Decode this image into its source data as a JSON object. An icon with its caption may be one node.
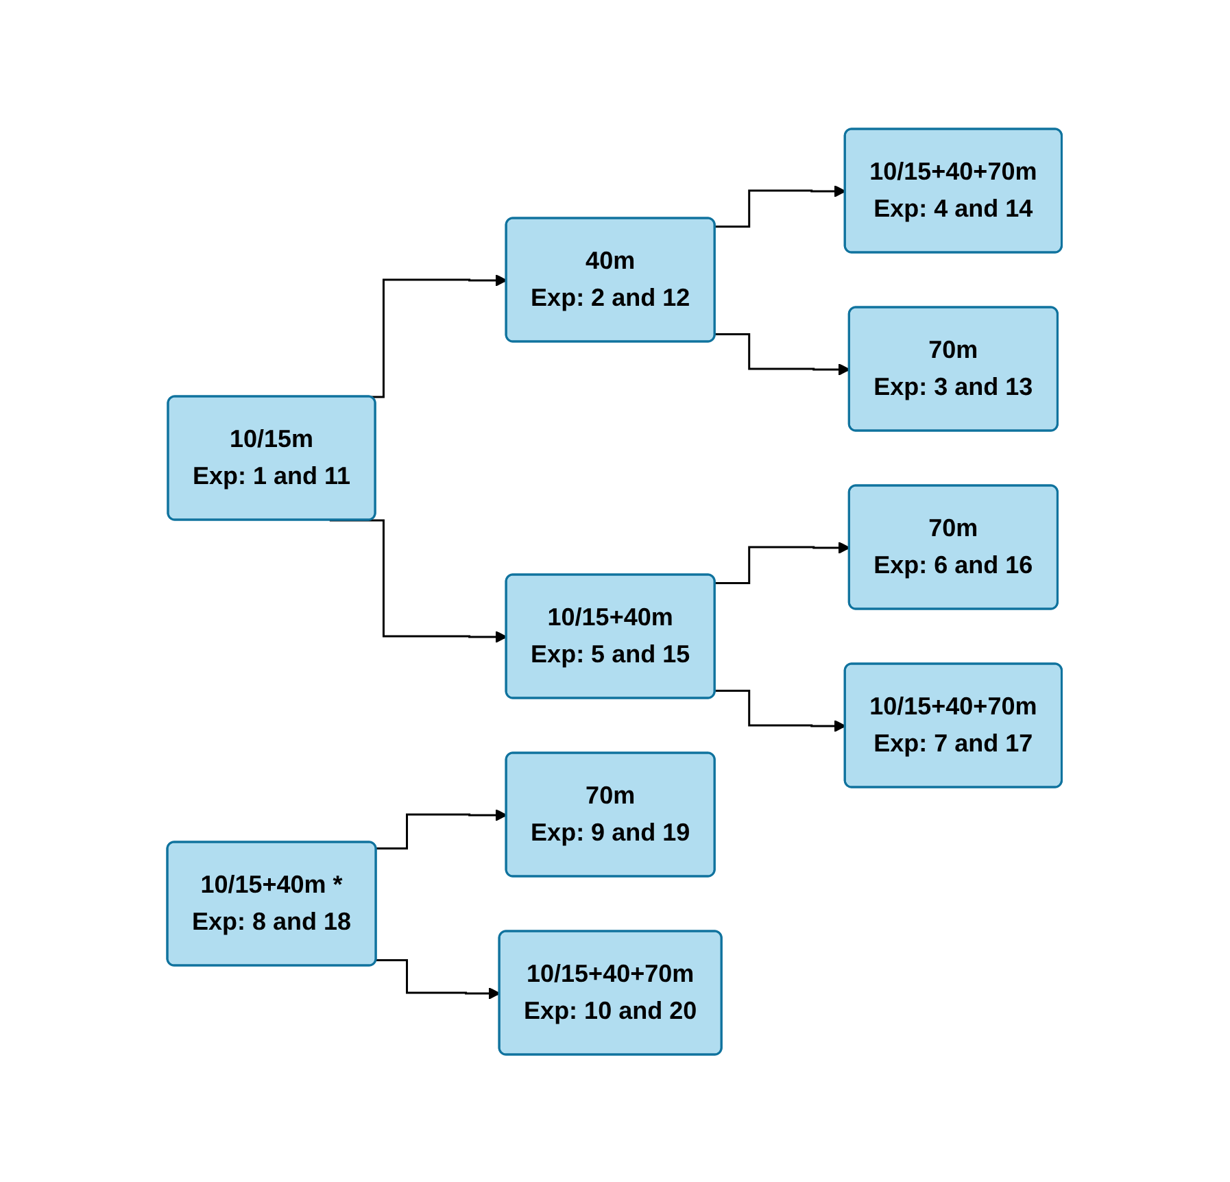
{
  "diagram": {
    "nodes": [
      {
        "text": [
          "10/15m",
          "Exp: 1 and 11"
        ]
      },
      {
        "text": [
          "40m",
          "Exp: 2 and 12"
        ]
      },
      {
        "text": [
          "10/15+40+70m",
          "Exp: 4 and 14"
        ]
      },
      {
        "text": [
          "70m",
          "Exp: 3 and 13"
        ]
      },
      {
        "text": [
          "10/15+40m",
          "Exp: 5 and 15"
        ]
      },
      {
        "text": [
          "70m",
          "Exp: 6 and 16"
        ]
      },
      {
        "text": [
          "10/15+40+70m",
          "Exp: 7 and 17"
        ]
      },
      {
        "text": [
          "10/15+40m *",
          "Exp: 8 and 18"
        ]
      },
      {
        "text": [
          "70m",
          "Exp: 9 and 19"
        ]
      },
      {
        "text": [
          "10/15+40+70m",
          "Exp: 10 and 20"
        ]
      }
    ],
    "edges": [
      {
        "from": 0,
        "to": 1,
        "arrow": "to"
      },
      {
        "from": 0,
        "to": 4,
        "arrow": "to"
      },
      {
        "from": 1,
        "to": 2,
        "arrow": "to"
      },
      {
        "from": 1,
        "to": 3,
        "arrow": "to"
      },
      {
        "from": 4,
        "to": 5,
        "arrow": "to"
      },
      {
        "from": 4,
        "to": 6,
        "arrow": "to"
      },
      {
        "from": 7,
        "to": 8,
        "arrow": "to"
      },
      {
        "from": 7,
        "to": 9,
        "arrow": "to"
      }
    ]
  }
}
